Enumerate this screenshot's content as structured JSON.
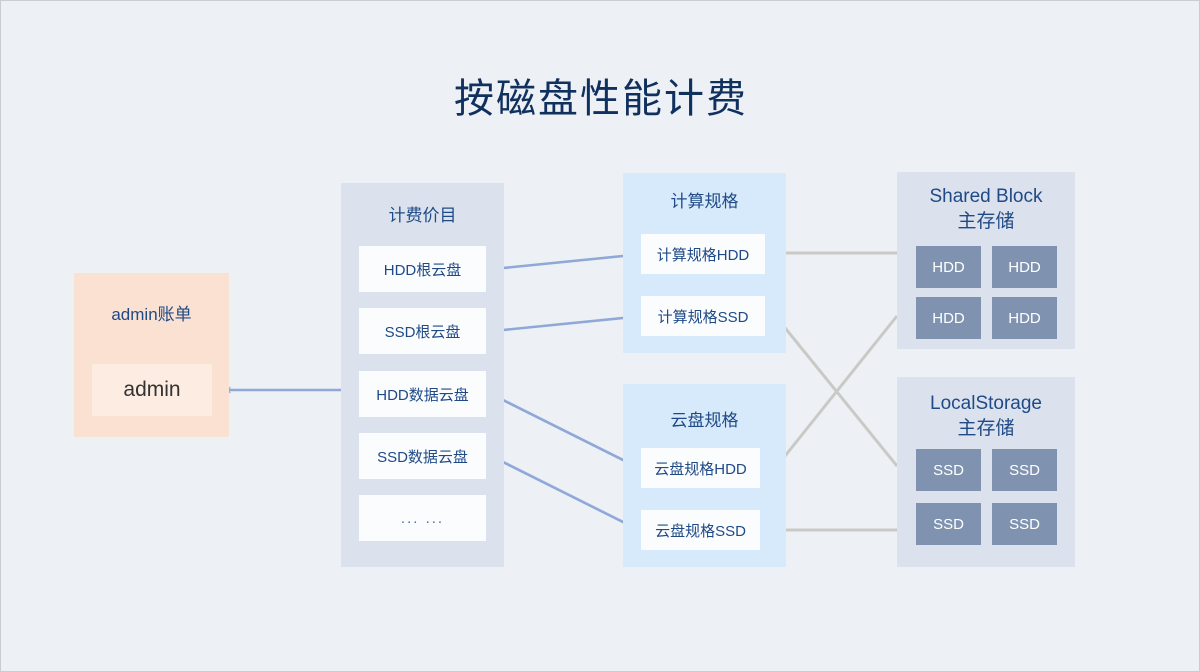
{
  "title": "按磁盘性能计费",
  "colors": {
    "background": "#edf1f6",
    "title_text": "#10305e",
    "panel_gray": "#dce2ed",
    "panel_sky": "#d7eafb",
    "panel_peach": "#fae1d2",
    "box_white": "#fbfcfe",
    "box_text": "#1f4a86",
    "disk_chip": "#7f93b0",
    "arrow_blue": "#8fa8d8",
    "arrow_gray": "#c9c9c6"
  },
  "account_panel": {
    "title": "admin账单",
    "user_box": "admin"
  },
  "price_panel": {
    "title": "计费价目",
    "items": [
      {
        "label": "HDD根云盘"
      },
      {
        "label": "SSD根云盘"
      },
      {
        "label": "HDD数据云盘"
      },
      {
        "label": "SSD数据云盘"
      },
      {
        "label": "... ..."
      }
    ]
  },
  "compute_spec_panel": {
    "title": "计算规格",
    "items": [
      {
        "label": "计算规格HDD"
      },
      {
        "label": "计算规格SSD"
      }
    ]
  },
  "disk_spec_panel": {
    "title": "云盘规格",
    "items": [
      {
        "label": "云盘规格HDD"
      },
      {
        "label": "云盘规格SSD"
      }
    ]
  },
  "shared_block_panel": {
    "title_line1": "Shared Block",
    "title_line2": "主存储",
    "disks": [
      {
        "label": "HDD"
      },
      {
        "label": "HDD"
      },
      {
        "label": "HDD"
      },
      {
        "label": "HDD"
      }
    ]
  },
  "local_storage_panel": {
    "title_line1": "LocalStorage",
    "title_line2": "主存储",
    "disks": [
      {
        "label": "SSD"
      },
      {
        "label": "SSD"
      },
      {
        "label": "SSD"
      },
      {
        "label": "SSD"
      }
    ]
  },
  "connections": [
    {
      "name": "price-to-admin",
      "from": "计费价目",
      "to": "admin",
      "color": "blue"
    },
    {
      "name": "compute-hdd-to-hdd-root",
      "from": "计算规格HDD",
      "to": "HDD根云盘",
      "color": "blue"
    },
    {
      "name": "compute-ssd-to-ssd-root",
      "from": "计算规格SSD",
      "to": "SSD根云盘",
      "color": "blue"
    },
    {
      "name": "disk-hdd-to-hdd-data",
      "from": "云盘规格HDD",
      "to": "HDD数据云盘",
      "color": "blue"
    },
    {
      "name": "disk-ssd-to-ssd-data",
      "from": "云盘规格SSD",
      "to": "SSD数据云盘",
      "color": "blue"
    },
    {
      "name": "sharedblock-to-compute-hdd",
      "from": "Shared Block 主存储",
      "to": "计算规格HDD",
      "color": "gray"
    },
    {
      "name": "sharedblock-to-disk-hdd",
      "from": "Shared Block 主存储",
      "to": "云盘规格HDD",
      "color": "gray"
    },
    {
      "name": "localstorage-to-compute-ssd",
      "from": "LocalStorage 主存储",
      "to": "计算规格SSD",
      "color": "gray"
    },
    {
      "name": "localstorage-to-disk-ssd",
      "from": "LocalStorage 主存储",
      "to": "云盘规格SSD",
      "color": "gray"
    }
  ]
}
